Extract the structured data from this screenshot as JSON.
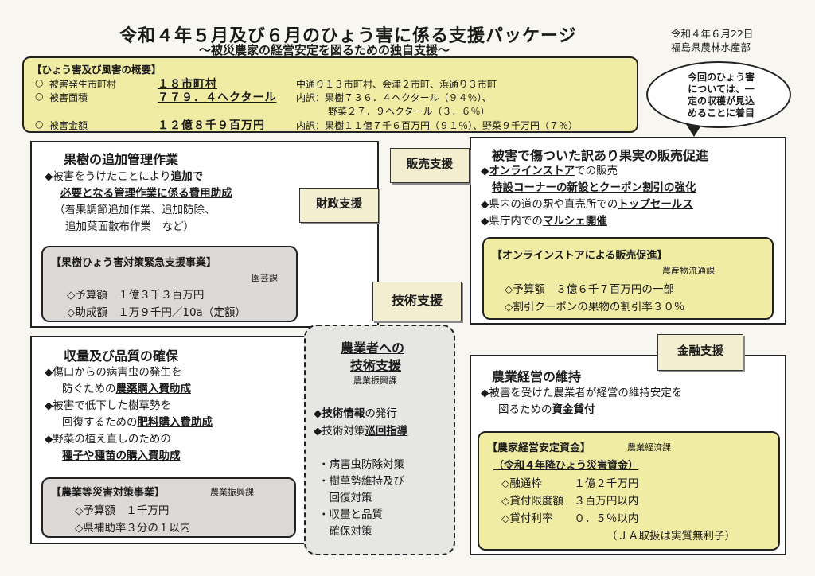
{
  "header": {
    "title": "令和４年５月及び６月のひょう害に係る支援パッケージ",
    "subtitle": "〜被災農家の経営安定を図るための独自支援〜",
    "date": "令和４年６月22日",
    "org": "福島県農林水産部"
  },
  "overview": {
    "heading": "【ひょう害及び風害の概要】",
    "rows": [
      {
        "bullet": "○",
        "label": "被害発生市町村",
        "value": "１８市町村",
        "detail": "中通り１３市町村、会津２市町、浜通り３市町"
      },
      {
        "bullet": "○",
        "label": "被害面積",
        "value": "７７９．４ヘクタール",
        "detail": "内訳：果樹７３６．４ヘクタール（９４％）、",
        "detail2": "野菜２７．９ヘクタール（３．６％）"
      },
      {
        "bullet": "○",
        "label": "被害金額",
        "value": "１２億８千９百万円",
        "detail": "内訳：果樹１１億７千６百万円（９１％）、野菜９千万円（７％）"
      }
    ]
  },
  "bubble": {
    "lines": [
      "今回のひょう害",
      "については、一",
      "定の収穫が見込",
      "めることに着目"
    ]
  },
  "tags": {
    "sales": "販売支援",
    "finance": "財政支援",
    "tech": "技術支援",
    "loan": "金融支援"
  },
  "panel_fruit": {
    "title": "果樹の追加管理作業",
    "line1a": "◆被害をうけたことにより",
    "line1b": "追加で",
    "line2": "必要となる管理作業に係る費用助成",
    "line3": "（着果調節追加作業、追加防除、",
    "line4": "追加葉面散布作業　など）",
    "box": {
      "title": "【果樹ひょう害対策緊急支援事業】",
      "dept": "園芸課",
      "budget": "◇予算額　１億３千３百万円",
      "rate": "◇助成額　１万９千円／10a（定額）"
    }
  },
  "panel_quality": {
    "title": "収量及び品質の確保",
    "l1": "◆傷口からの病害虫の発生を",
    "l2a": "防ぐための",
    "l2b": "農薬購入費助成",
    "l3": "◆被害で低下した樹草勢を",
    "l4a": "回復するための",
    "l4b": "肥料購入費助成",
    "l5": "◆野菜の植え直しのための",
    "l6": "種子や種苗の購入費助成",
    "box": {
      "title": "【農業等災害対策事業】",
      "dept": "農業振興課",
      "budget": "◇予算額　１千万円",
      "rate": "◇県補助率３分の１以内"
    }
  },
  "panel_sales": {
    "title": "被害で傷ついた訳あり果実の販売促進",
    "l1a": "◆",
    "l1b": "オンラインストア",
    "l1c": "での販売",
    "l2": "特設コーナーの新設とクーポン割引の強化",
    "l3a": "◆県内の道の駅や直売所での",
    "l3b": "トップセールス",
    "l4a": "◆県庁内での",
    "l4b": "マルシェ開催",
    "box": {
      "title": "【オンラインストアによる販売促進】",
      "dept": "農産物流通課",
      "budget": "◇予算額　３億６千７百万円の一部",
      "rate": "◇割引クーポンの果物の割引率３０％"
    }
  },
  "panel_mgmt": {
    "title": "農業経営の維持",
    "l1": "◆被害を受けた農業者が経営の維持安定を",
    "l2a": "図るための",
    "l2b": "資金貸付",
    "box": {
      "title": "【農家経営安定資金】",
      "dept": "農業経済課",
      "title2": "（令和４年降ひょう災害資金）",
      "r1": "◇融通枠　　　１億２千万円",
      "r2": "◇貸付限度額　３百万円以内",
      "r3": "◇貸付利率　　０．５％以内",
      "r4": "（ＪＡ取扱は実質無利子）"
    }
  },
  "center": {
    "title1": "農業者への",
    "title2": "技術支援",
    "dept": "農業振興課",
    "b1a": "◆",
    "b1b": "技術情報",
    "b1c": "の発行",
    "b2a": "◆技術対策",
    "b2b": "巡回指導",
    "items": [
      "・病害虫防除対策",
      "・樹草勢維持及び",
      "　回復対策",
      "・収量と品質",
      "　確保対策"
    ]
  }
}
